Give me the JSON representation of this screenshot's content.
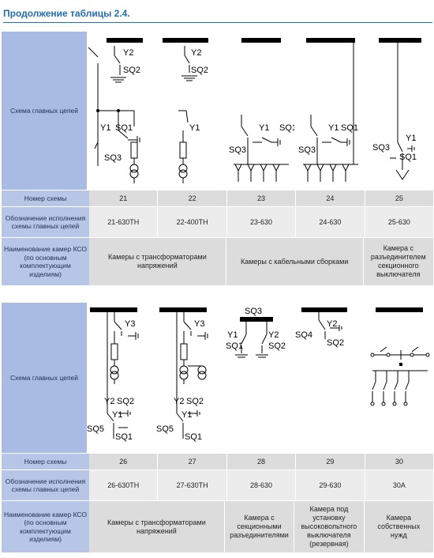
{
  "page_title": "Продолжение таблицы 2.4.",
  "labels": {
    "scheme": "Схема главных цепей",
    "number": "Номер схемы",
    "designation": "Обозначение исполнения схемы главных цепей",
    "naming": "Наименование камер КСО (по основным комплектующим изделиям)"
  },
  "table1": {
    "numbers": [
      "21",
      "22",
      "23",
      "24",
      "25"
    ],
    "designations": [
      "21-630ТН",
      "22-400ТН",
      "23-630",
      "24-630",
      "25-630"
    ],
    "names": [
      "Камеры с трансформаторами напряжений",
      "Камеры с кабельными сборками",
      "Камера с разъединителем секционного выключателя"
    ]
  },
  "table2": {
    "numbers": [
      "26",
      "27",
      "28",
      "29",
      "30"
    ],
    "designations": [
      "26-630ТН",
      "27-630ТН",
      "28-630",
      "29-630",
      "30А"
    ],
    "names": [
      "Камеры с трансформаторами напряжений",
      "Камера с секционными разъединителями",
      "Камера под установку высоковольтного выключателя (резервная)",
      "Камера собственных нужд"
    ]
  },
  "symbols": {
    "y1": "Y1",
    "y2": "Y2",
    "y3": "Y3",
    "sq1": "SQ1",
    "sq2": "SQ2",
    "sq3": "SQ3",
    "sq4": "SQ4",
    "sq5": "SQ5"
  }
}
